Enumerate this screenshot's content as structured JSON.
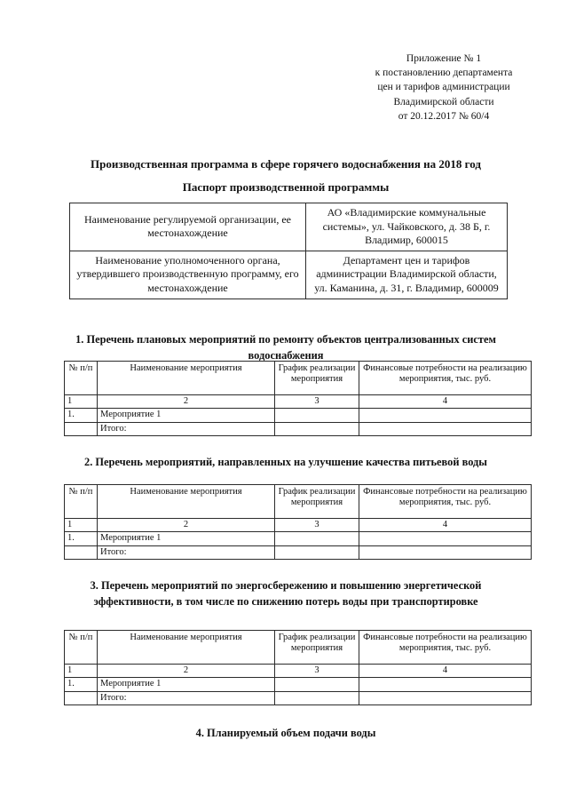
{
  "document": {
    "header_lines": [
      "Приложение № 1",
      "к постановлению департамента",
      "цен и тарифов администрации",
      "Владимирской области",
      "от 20.12.2017 № 60/4"
    ],
    "main_title": "Производственная программа в сфере горячего водоснабжения на 2018 год",
    "sub_title": "Паспорт производственной программы"
  },
  "passport": {
    "rows": [
      {
        "label": "Наименование регулируемой организации, ее местонахождение",
        "value": "АО «Владимирские коммунальные системы», ул. Чайковского, д. 38 Б, г. Владимир, 600015"
      },
      {
        "label": "Наименование уполномоченного органа, утвердившего производственную программу, его местонахождение",
        "value": "Департамент цен и тарифов администрации Владимирской области, ул. Каманина, д. 31, г. Владимир, 600009"
      }
    ]
  },
  "sections": [
    {
      "heading": "1. Перечень плановых мероприятий по ремонту объектов централизованных систем водоснабжения"
    },
    {
      "heading": "2. Перечень мероприятий, направленных на улучшение качества питьевой воды"
    },
    {
      "heading": "3. Перечень мероприятий по энергосбережению и повышению энергетической эффективности, в том числе по снижению потерь воды при транспортировке"
    },
    {
      "heading": "4.  Планируемый объем подачи воды"
    }
  ],
  "measure_table": {
    "headers": {
      "num": "№ п/п",
      "name": "Наименование мероприятия",
      "schedule": "График реализации мероприятия",
      "finance": "Финансовые потребности на реализацию мероприятия, тыс. руб."
    },
    "column_numbers": [
      "1",
      "2",
      "3",
      "4"
    ],
    "rows": [
      {
        "num": "1.",
        "name": "Мероприятие 1",
        "schedule": "",
        "finance": ""
      },
      {
        "num": "",
        "name": "Итого:",
        "schedule": "",
        "finance": ""
      }
    ]
  }
}
